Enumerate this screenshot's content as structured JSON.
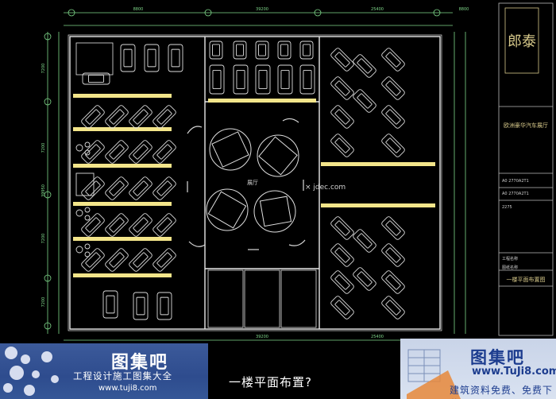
{
  "plan": {
    "dims_top": [
      "8800",
      "39200",
      "25400",
      "8800"
    ],
    "dims_left": [
      "7200",
      "7200",
      "39950",
      "7200",
      "7200"
    ],
    "dims_bottom": [
      "39200",
      "25400"
    ],
    "center_label": "展厅",
    "watermark": "× jdec.com"
  },
  "title_block": {
    "logo_text": "郎泰",
    "company": "欧洲豪华汽车展厅",
    "fields": [
      "A0 2770A2T1",
      "A0 2770A2T1",
      "2275",
      "工程名称",
      "图纸名称"
    ],
    "drawing_title": "一楼平面布置图"
  },
  "footer_left": {
    "brand": "图集吧",
    "tagline": "工程设计施工图集大全",
    "url": "www.tuji8.com"
  },
  "caption": "一楼平面布置?",
  "footer_right": {
    "brand": "图集吧",
    "url": "www.TuJi8.com",
    "slogan": "建筑资料免费、免费下载"
  },
  "colors": {
    "background": "#000000",
    "wall_line": "#ffffff",
    "parking_stripe": "#f3e58a",
    "dim_line": "#7fd88a",
    "footer_blue": "#33528f"
  }
}
